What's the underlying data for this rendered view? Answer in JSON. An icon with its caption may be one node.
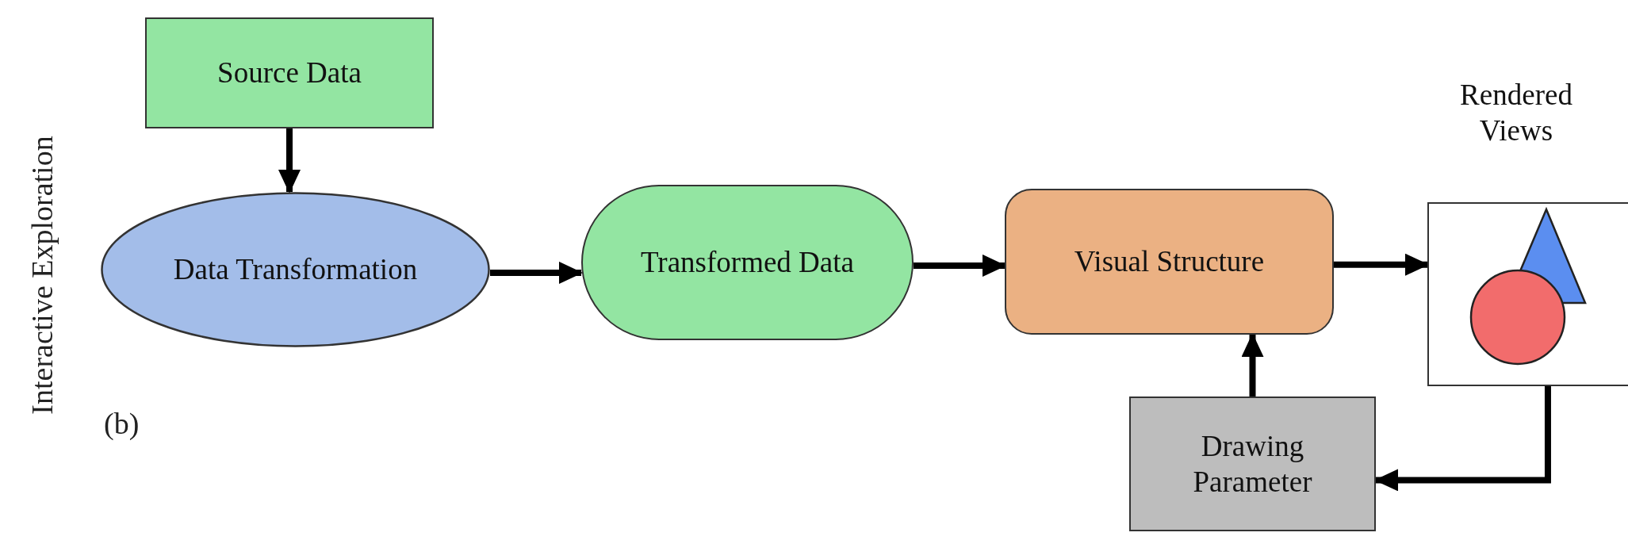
{
  "diagram": {
    "nodes": [
      {
        "text": [
          "Source Data"
        ]
      },
      {
        "text": [
          "Data Transformation"
        ]
      },
      {
        "text": [
          "Transformed Data"
        ]
      },
      {
        "text": [
          "Visual Structure"
        ]
      },
      {
        "text": [
          "Rendered Views"
        ]
      },
      {
        "text": [
          "Drawing Parameter"
        ]
      }
    ],
    "edges": [
      {
        "from": 0,
        "to": 1,
        "arrow": "to"
      },
      {
        "from": 1,
        "to": 2,
        "arrow": "to"
      },
      {
        "from": 2,
        "to": 3,
        "arrow": "to"
      },
      {
        "from": 3,
        "to": 4,
        "arrow": "to"
      },
      {
        "from": 4,
        "to": 5,
        "arrow": "to"
      },
      {
        "from": 5,
        "to": 3,
        "arrow": "to"
      }
    ],
    "labels": [
      "Interactive Exploration",
      "(b)"
    ]
  }
}
